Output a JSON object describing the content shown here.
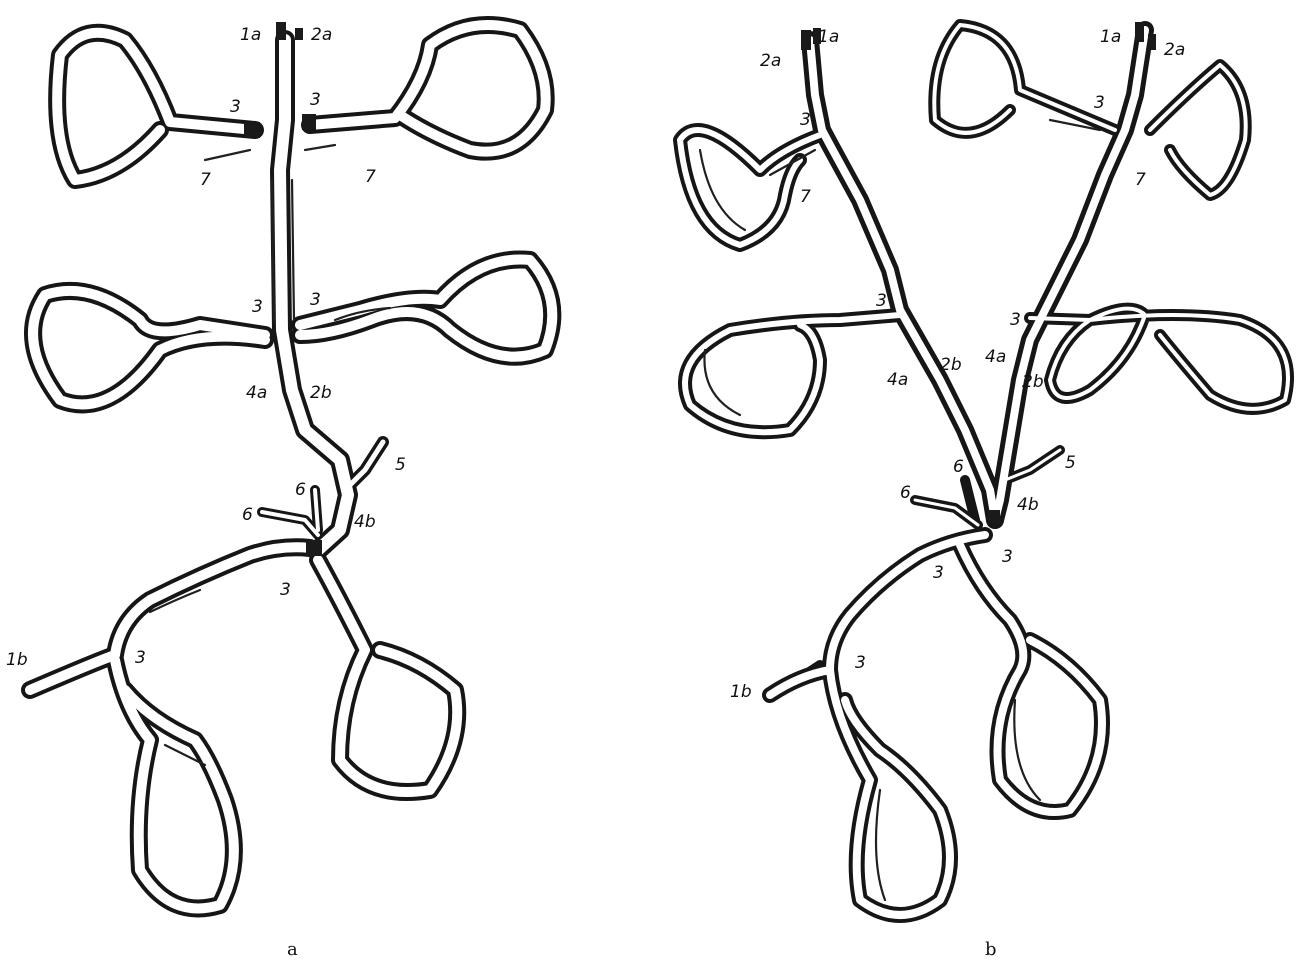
{
  "panels": [
    {
      "id": "a",
      "caption": "a",
      "labels": [
        "1a",
        "2a",
        "3",
        "3",
        "7",
        "7",
        "3",
        "3",
        "4a",
        "2b",
        "5",
        "6",
        "6",
        "4b",
        "3",
        "1b",
        "3"
      ]
    },
    {
      "id": "b",
      "caption": "b",
      "labels": [
        "2a",
        "1a",
        "1a",
        "2a",
        "3",
        "3",
        "7",
        "7",
        "3",
        "3",
        "4a",
        "2b",
        "4a",
        "2b",
        "6",
        "5",
        "6",
        "4b",
        "3",
        "3",
        "3",
        "1b"
      ]
    }
  ]
}
